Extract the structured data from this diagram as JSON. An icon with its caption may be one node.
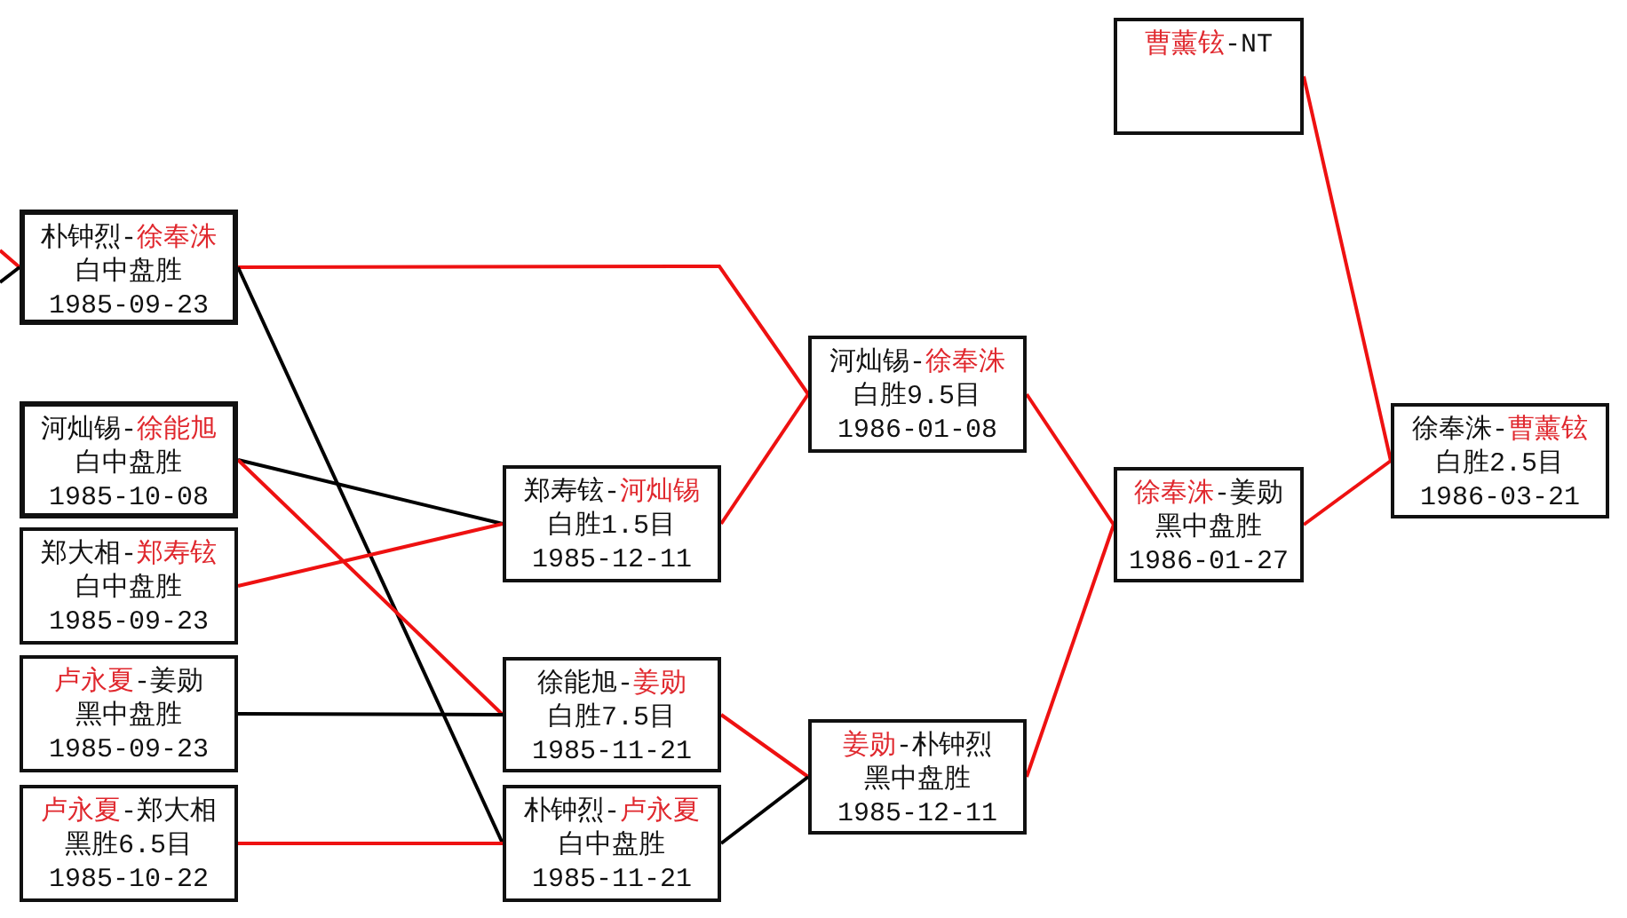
{
  "diagram": {
    "nodes": [
      {
        "text": [
          "朴钟烈-徐奉洙",
          "白中盘胜",
          "1985-09-23"
        ]
      },
      {
        "text": [
          "河灿锡-徐能旭",
          "白中盘胜",
          "1985-10-08"
        ]
      },
      {
        "text": [
          "郑大相-郑寿铉",
          "白中盘胜",
          "1985-09-23"
        ]
      },
      {
        "text": [
          "卢永夏-姜勋",
          "黑中盘胜",
          "1985-09-23"
        ]
      },
      {
        "text": [
          "卢永夏-郑大相",
          "黑胜6.5目",
          "1985-10-22"
        ]
      },
      {
        "text": [
          "郑寿铉-河灿锡",
          "白胜1.5目",
          "1985-12-11"
        ]
      },
      {
        "text": [
          "徐能旭-姜勋",
          "白胜7.5目",
          "1985-11-21"
        ]
      },
      {
        "text": [
          "朴钟烈-卢永夏",
          "白中盘胜",
          "1985-11-21"
        ]
      },
      {
        "text": [
          "河灿锡-徐奉洙",
          "白胜9.5目",
          "1986-01-08"
        ]
      },
      {
        "text": [
          "姜勋-朴钟烈",
          "黑中盘胜",
          "1985-12-11"
        ]
      },
      {
        "text": [
          "徐奉洙-姜勋",
          "黑中盘胜",
          "1986-01-27"
        ]
      },
      {
        "text": [
          "曹薰铉-NT"
        ]
      },
      {
        "text": [
          "徐奉洙-曹薰铉",
          "白胜2.5目",
          "1986-03-21"
        ]
      }
    ],
    "edges": [
      {
        "from": null,
        "to": 0,
        "arrow": "none"
      },
      {
        "from": null,
        "to": 0,
        "arrow": "none",
        "color": "#000000"
      },
      {
        "from": 0,
        "to": 8,
        "arrow": "none"
      },
      {
        "from": 0,
        "to": 7,
        "arrow": "none",
        "color": "#000000"
      },
      {
        "from": 1,
        "to": 5,
        "arrow": "none",
        "color": "#000000"
      },
      {
        "from": 1,
        "to": 6,
        "arrow": "none"
      },
      {
        "from": 2,
        "to": 5,
        "arrow": "none"
      },
      {
        "from": 3,
        "to": 6,
        "arrow": "none",
        "color": "#000000"
      },
      {
        "from": 4,
        "to": 7,
        "arrow": "none"
      },
      {
        "from": 5,
        "to": 8,
        "arrow": "none"
      },
      {
        "from": 6,
        "to": 9,
        "arrow": "none"
      },
      {
        "from": 7,
        "to": 9,
        "arrow": "none",
        "color": "#000000"
      },
      {
        "from": 8,
        "to": 10,
        "arrow": "none"
      },
      {
        "from": 9,
        "to": 10,
        "arrow": "none"
      },
      {
        "from": 10,
        "to": 12,
        "arrow": "none"
      },
      {
        "from": 11,
        "to": 12,
        "arrow": "none"
      }
    ]
  }
}
